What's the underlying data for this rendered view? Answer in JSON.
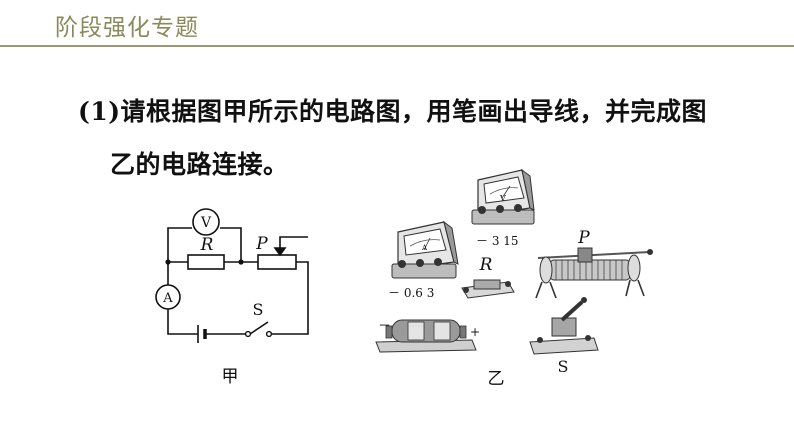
{
  "header": {
    "title": "阶段强化专题"
  },
  "question": {
    "line1": "(1)请根据图甲所示的电路图，用笔画出导线，并完成图",
    "line2": "乙的电路连接。"
  },
  "figure_a": {
    "caption": "甲",
    "voltmeter_symbol": "V",
    "ammeter_symbol": "A",
    "resistor_label": "R",
    "rheostat_label": "P",
    "switch_label": "S"
  },
  "figure_b": {
    "caption": "乙",
    "voltmeter_face": "V",
    "voltmeter_terminals": "－ 3 15",
    "ammeter_face": "A",
    "ammeter_terminals": "－ 0.6 3",
    "resistor_label": "R",
    "rheostat_label": "P",
    "battery_neg": "－",
    "battery_pos": "+",
    "switch_label": "S"
  }
}
